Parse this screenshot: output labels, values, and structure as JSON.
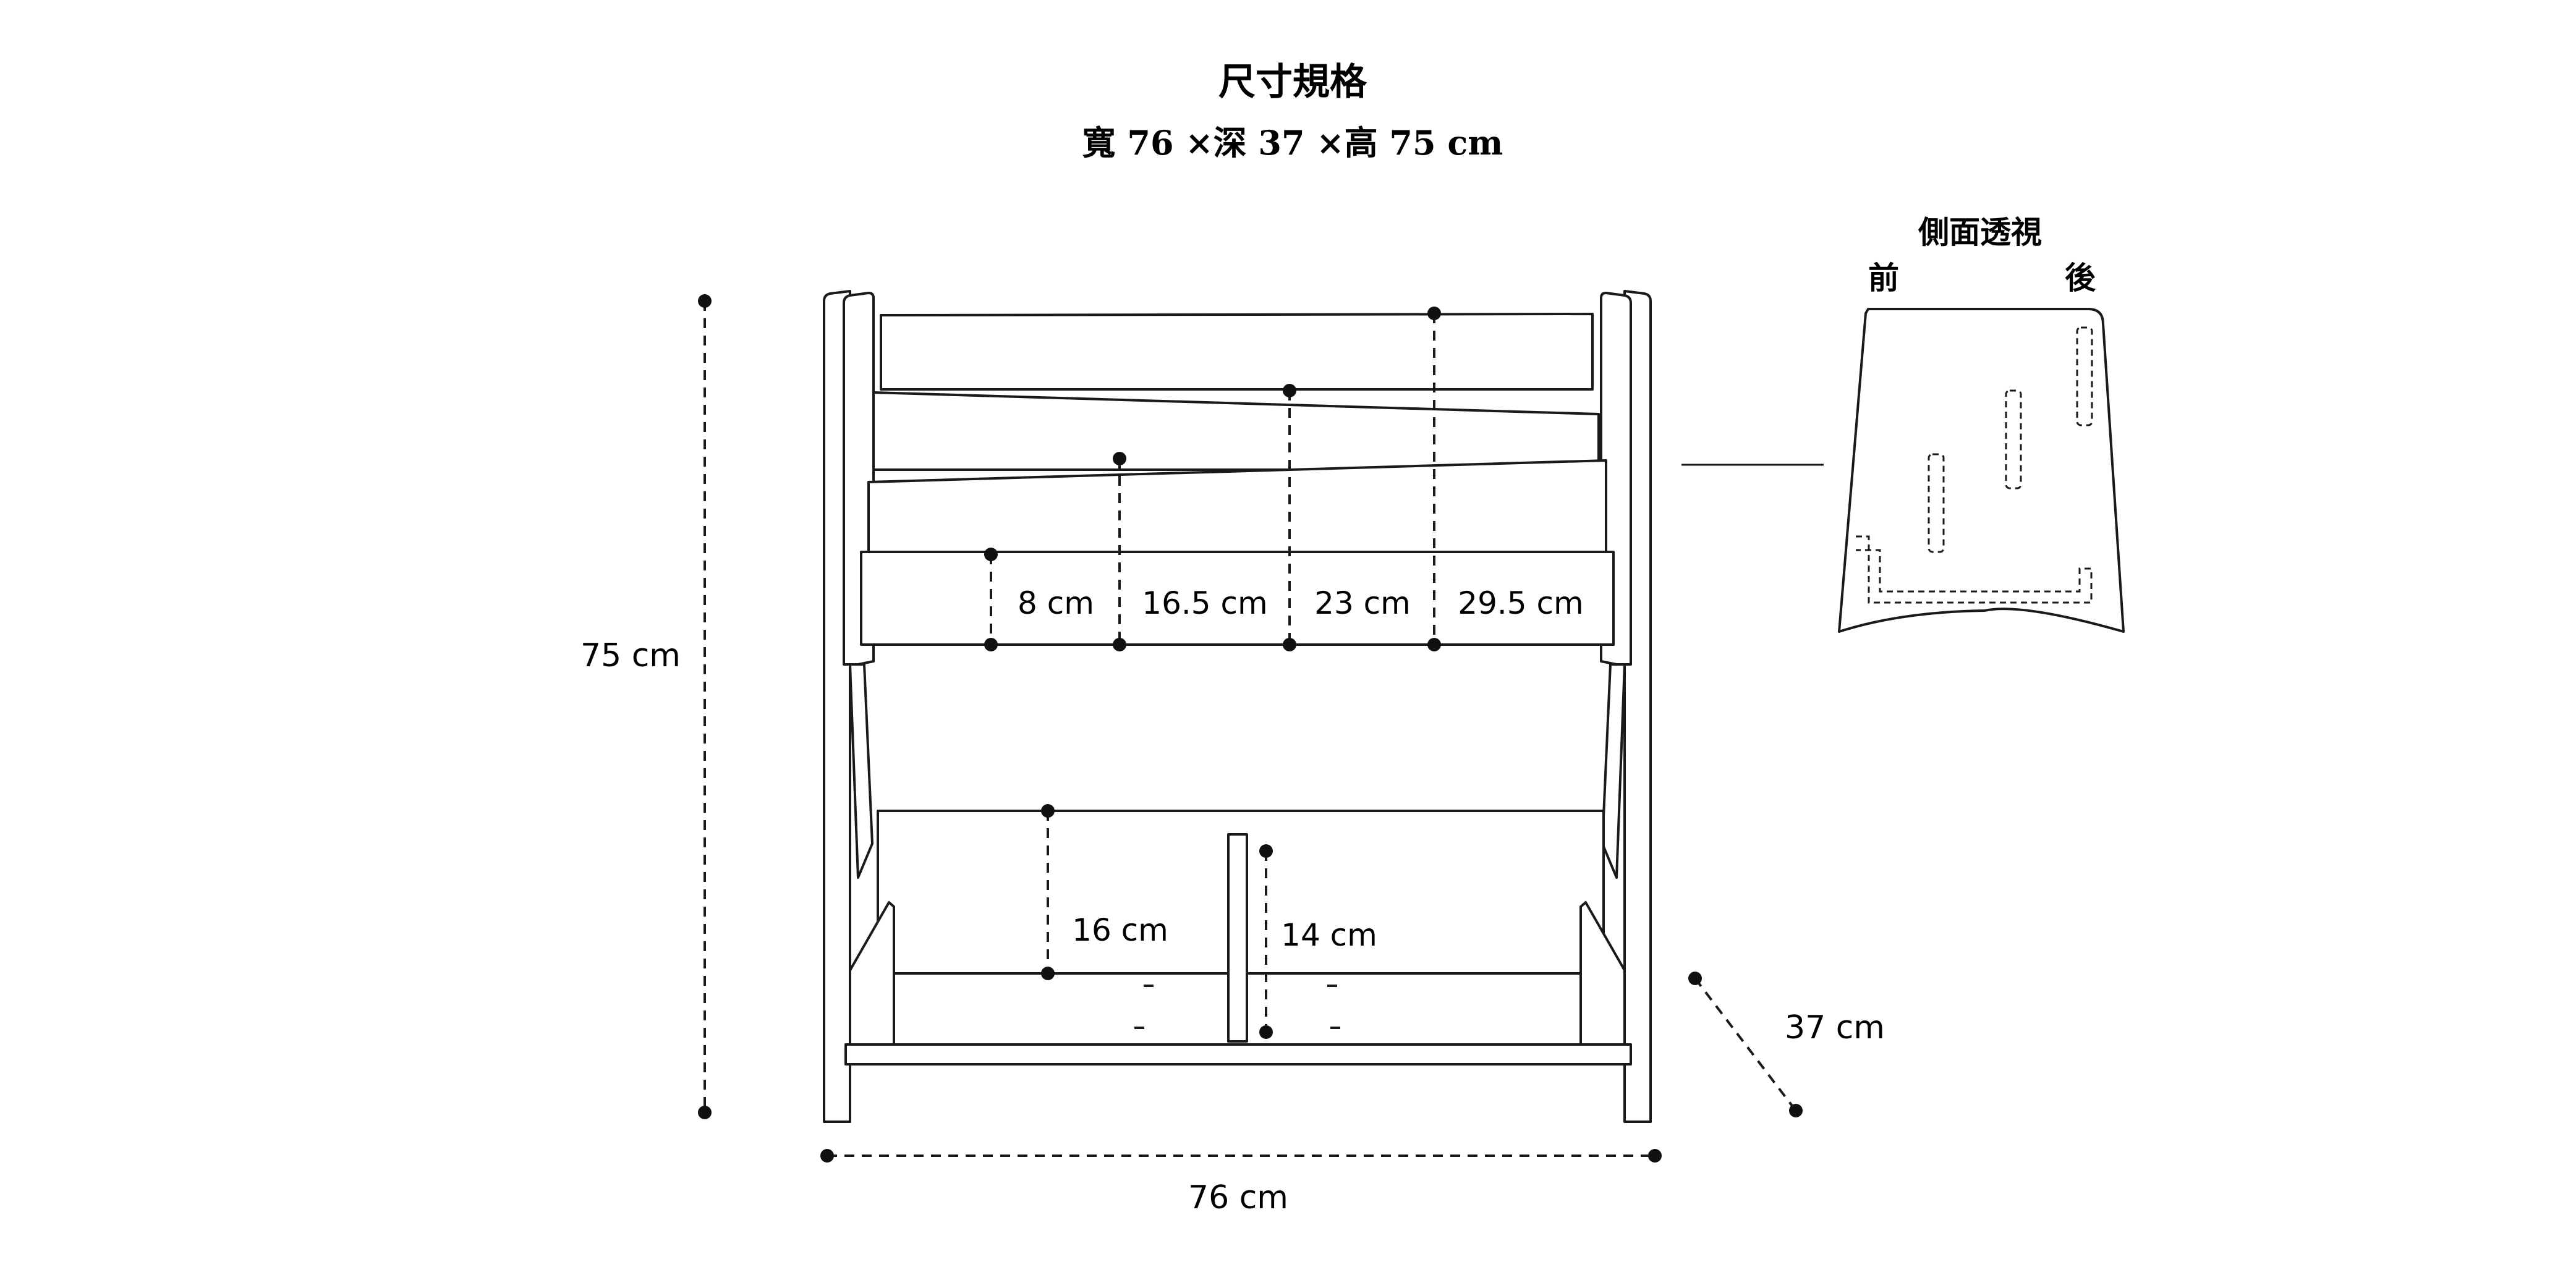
{
  "title": "尺寸規格",
  "subtitle": "寬 76 ×深 37 ×高 75 cm",
  "side_view": {
    "title": "側面透視",
    "front": "前",
    "back": "後"
  },
  "dimensions": {
    "height": "75 cm",
    "width": "76 cm",
    "depth": "37 cm",
    "tier1": "8 cm",
    "tier2": "16.5 cm",
    "tier3": "23 cm",
    "tier4": "29.5 cm",
    "lower_left": "16 cm",
    "lower_right": "14 cm"
  }
}
